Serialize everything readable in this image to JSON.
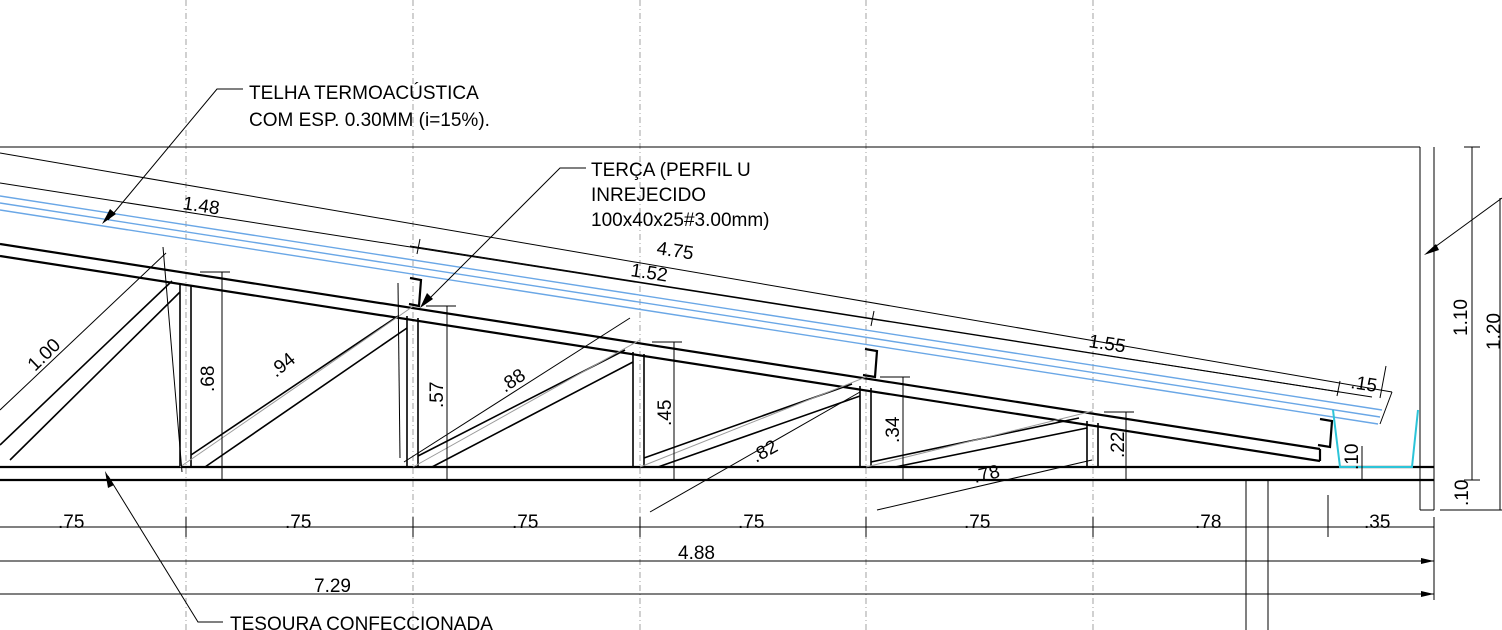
{
  "notes": {
    "roof_tile_line1": "TELHA TERMOACÚSTICA",
    "roof_tile_line2": "COM ESP. 0.30MM (i=15%).",
    "purlin_line1": "TERÇA (PERFIL U",
    "purlin_line2": "INREJECIDO",
    "purlin_line3": "100x40x25#3.00mm)",
    "truss_line1": "TESOURA CONFECCIONADA"
  },
  "dimensions": {
    "roof_length_total": "4.75",
    "roof_seg_1": "1.48",
    "roof_seg_2": "1.52",
    "roof_seg_3": "1.55",
    "overhang": ".15",
    "diag_1": "1.00",
    "diag_2": ".94",
    "diag_3": ".88",
    "diag_4": ".82",
    "diag_5": ".78",
    "vert_1": ".68",
    "vert_2": ".57",
    "vert_3": ".45",
    "vert_4": ".34",
    "vert_5": ".22",
    "vert_6": ".10",
    "wall_height_1": "1.10",
    "wall_height_2": "1.20",
    "wall_base": ".10",
    "span_1": ".75",
    "span_2": ".75",
    "span_3": ".75",
    "span_4": ".75",
    "span_5": ".75",
    "span_6": ".78",
    "span_7": ".35",
    "total_1": "4.88",
    "total_2": "7.29"
  },
  "colors": {
    "tile_layer": "#6aa7e6",
    "gutter": "#2cc4d8",
    "lines": "#000000",
    "grid": "#8c8c8c"
  }
}
